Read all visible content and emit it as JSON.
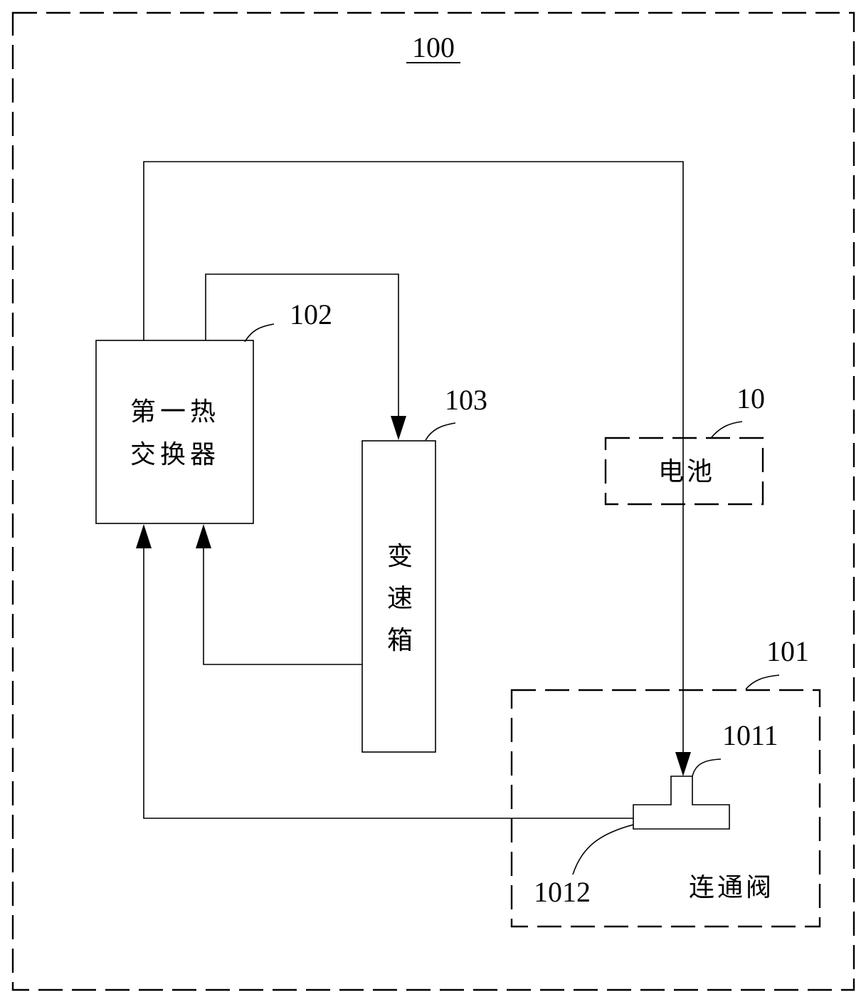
{
  "figure_label": "100",
  "heat_exchanger": {
    "ref": "102",
    "name_line1": "第一热",
    "name_line2": "交换器"
  },
  "gearbox": {
    "ref": "103",
    "char1": "变",
    "char2": "速",
    "char3": "箱"
  },
  "battery": {
    "ref": "10",
    "name": "电池"
  },
  "valve_unit": {
    "ref": "101",
    "name": "连通阀",
    "port_top_ref": "1011",
    "port_side_ref": "1012"
  }
}
